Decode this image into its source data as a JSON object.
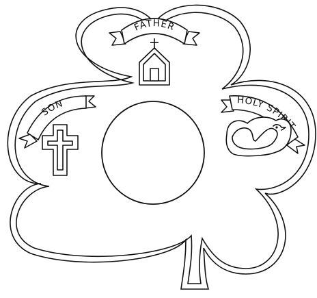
{
  "colors": {
    "line": "#111111",
    "paper": "#ffffff"
  },
  "icons": {
    "top": "church-icon",
    "left": "cross-icon",
    "right": "dove-icon"
  },
  "labels": {
    "father": "FATHER",
    "son": "SON",
    "spirit": "HOLY SPIRIT"
  }
}
